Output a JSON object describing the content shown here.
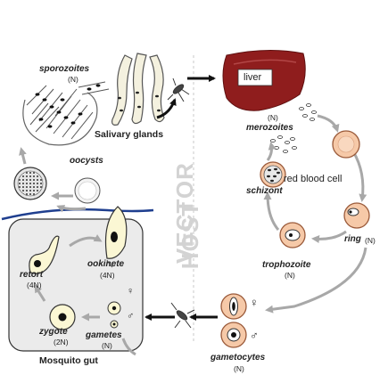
{
  "labels": {
    "sporozoites": "sporozoites",
    "sporozoites_ploidy": "(N)",
    "salivary_glands": "Salivary glands",
    "oocysts": "oocysts",
    "liver": "liver",
    "merozoites_ploidy": "(N)",
    "merozoites": "merozoites",
    "red_blood_cell": "red blood cell",
    "schizont": "schizont",
    "ring": "ring",
    "ring_ploidy": "(N)",
    "trophozoite": "trophozoite",
    "trophozoite_ploidy": "(N)",
    "gametocytes": "gametocytes",
    "gametocytes_ploidy": "(N)",
    "ookinete": "ookinete",
    "ookinete_ploidy": "(4N)",
    "retort": "retort",
    "retort_ploidy": "(4N)",
    "zygote": "zygote",
    "zygote_ploidy": "(2N)",
    "gametes": "gametes",
    "gametes_ploidy": "(N)",
    "mosquito_gut": "Mosquito gut",
    "vector": "VECTOR",
    "host": "HOST",
    "female_symbol": "♀",
    "male_symbol": "♂"
  },
  "colors": {
    "liver": "#8f1d1d",
    "rbc_fill": "#f6c9a8",
    "rbc_stroke": "#9a5a3a",
    "gut_fill": "#ebebeb",
    "gut_wall": "#1f3f8f",
    "arrow_black": "#111111",
    "arrow_gray": "#a8a8a8",
    "watermark": "#d3d3d3"
  }
}
